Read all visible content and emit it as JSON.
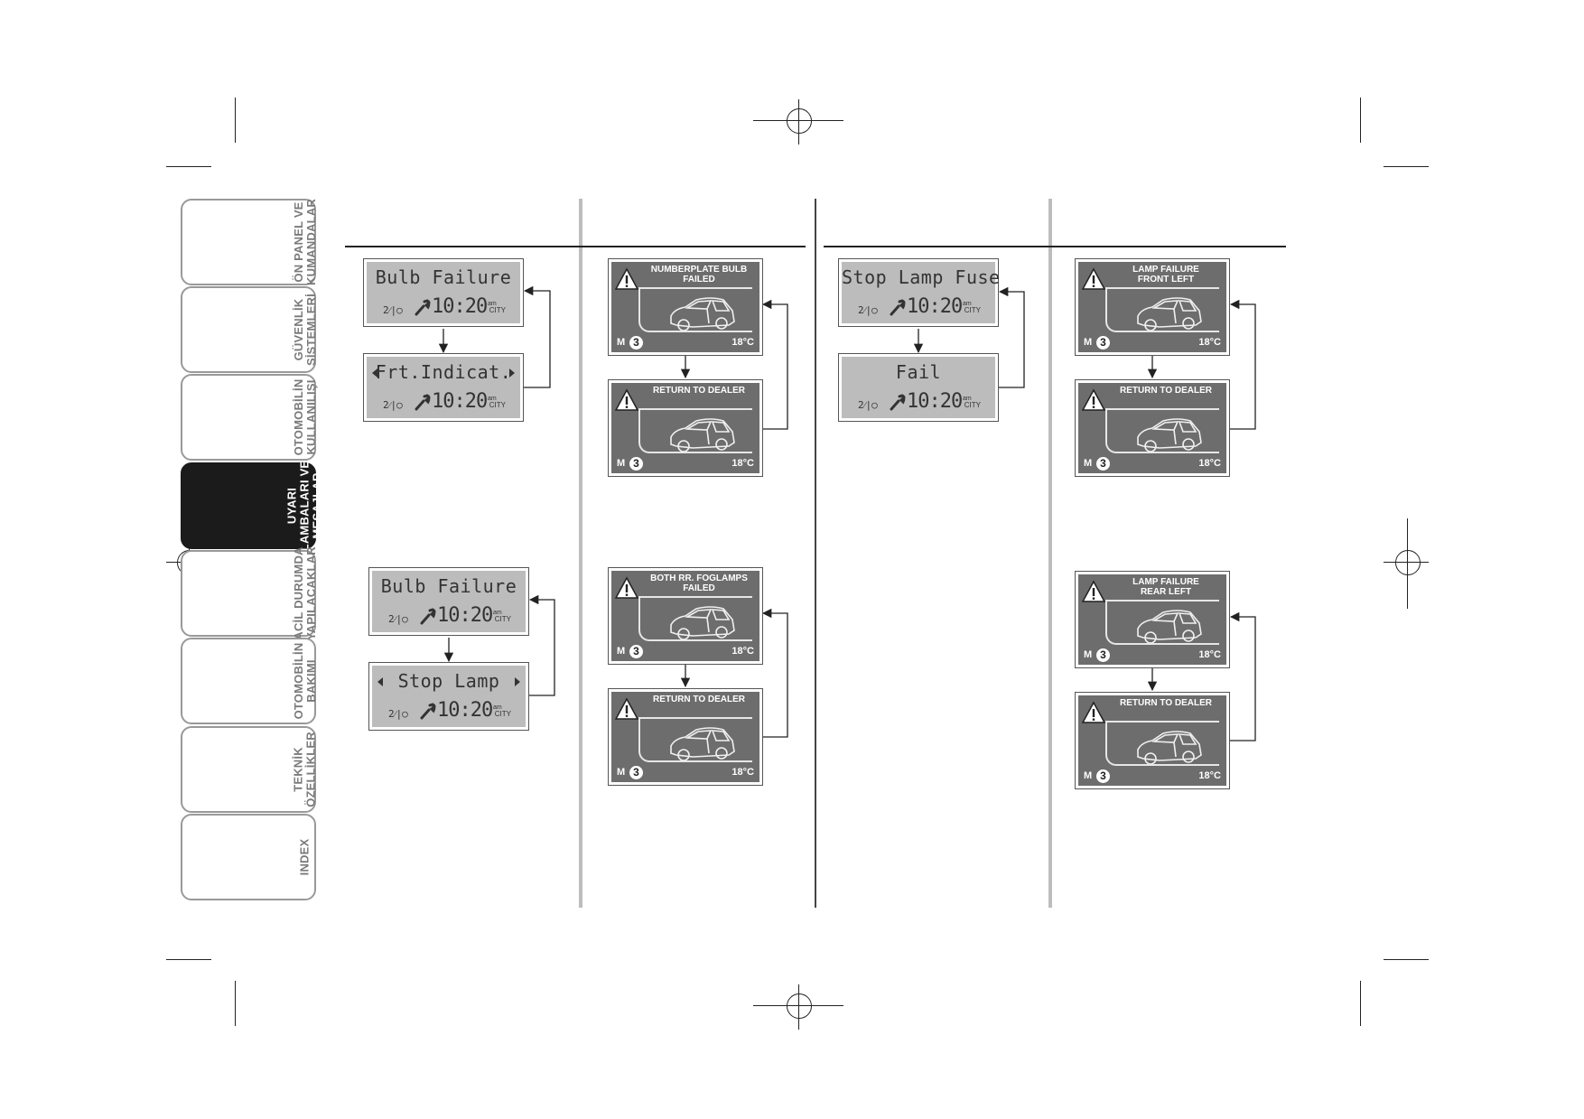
{
  "sidebar": {
    "tabs": [
      {
        "label": "ÖN PANEL VE\nKUMANDALAR",
        "active": false
      },
      {
        "label": "GÜVENLİK\nSİSTEMLERİ",
        "active": false
      },
      {
        "label": "OTOMOBİLİN\nKULLANILIŞI",
        "active": false
      },
      {
        "label": "UYARI\nLAMBALARI VE\nMESAJLAR",
        "active": true
      },
      {
        "label": "ACİL DURUMDA\nYAPILACAKLAR",
        "active": false
      },
      {
        "label": "OTOMOBİLİN\nBAKIMI",
        "active": false
      },
      {
        "label": "TEKNİK\nÖZELLİKLER",
        "active": false
      },
      {
        "label": "INDEX",
        "active": false
      }
    ]
  },
  "lcd": {
    "odo": "2⁄|○",
    "clock": "10:20",
    "am": "am",
    "city": "CITY",
    "col1_top": {
      "line1": "Bulb Failure",
      "line2": "Frt.Indicat."
    },
    "col1_bottom": {
      "line1": "Bulb Failure",
      "line2": "Stop Lamp"
    },
    "col3_top": {
      "line1": "Stop Lamp Fuse",
      "line2": "Fail"
    }
  },
  "gfx": {
    "gear_label": "M",
    "gear": "3",
    "temp": "18°C",
    "col2_top": {
      "title1": "NUMBERPLATE BULB\nFAILED",
      "title2": "RETURN TO DEALER"
    },
    "col2_bottom": {
      "title1": "BOTH RR. FOGLAMPS\nFAILED",
      "title2": "RETURN TO DEALER"
    },
    "col4_top": {
      "title1": "LAMP FAILURE\nFRONT LEFT",
      "title2": "RETURN TO DEALER"
    },
    "col4_bottom": {
      "title1": "LAMP FAILURE\nREAR LEFT",
      "title2": "RETURN TO DEALER"
    }
  },
  "colors": {
    "lcd_bg": "#bcbcbc",
    "gfx_bg": "#6d6d6d",
    "active_tab": "#1b1b1b"
  }
}
